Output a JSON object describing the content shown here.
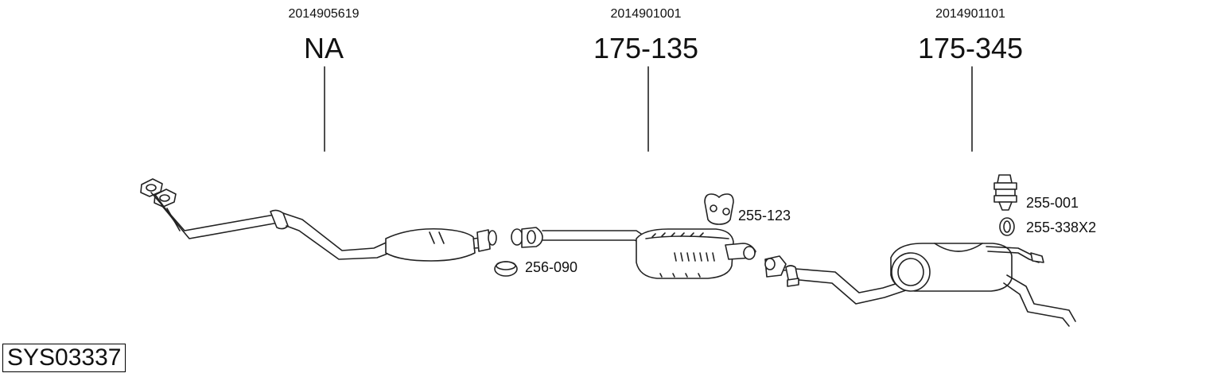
{
  "system_code": "SYS03337",
  "groups": [
    {
      "ref": "2014905619",
      "code": "NA"
    },
    {
      "ref": "2014901001",
      "code": "175-135"
    },
    {
      "ref": "2014901101",
      "code": "175-345"
    }
  ],
  "parts": {
    "gasket": "256-090",
    "hanger_middle": "255-123",
    "rubber_mount": "255-001",
    "ring": "255-338X2"
  }
}
